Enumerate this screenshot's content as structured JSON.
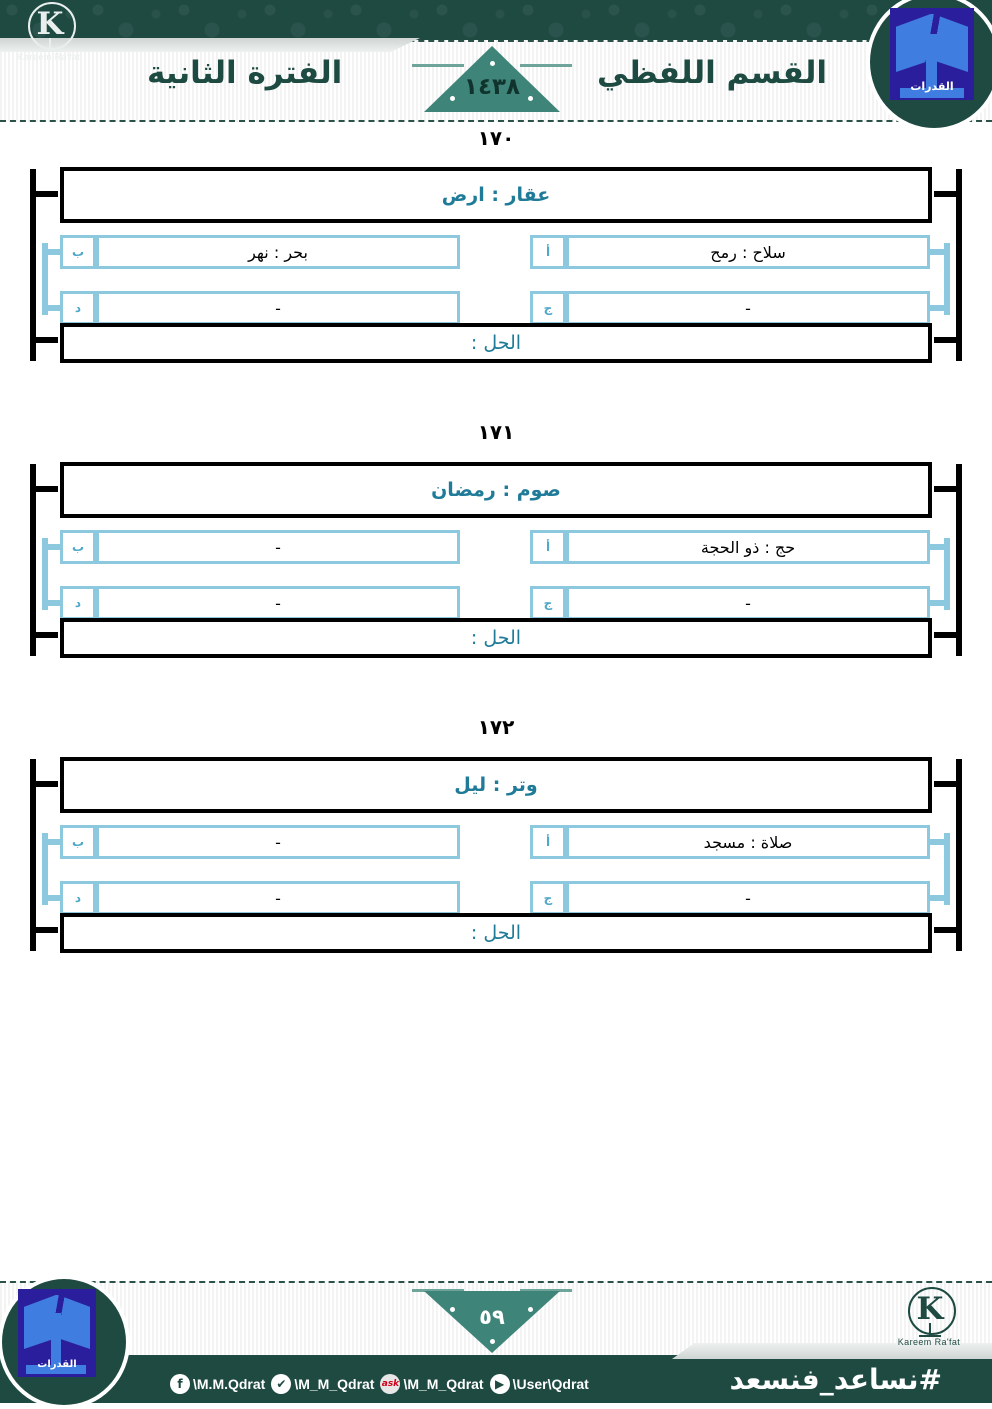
{
  "header": {
    "brand_signature": "Kareem Ra'fat",
    "title_right": "القسم اللفظي",
    "title_left": "الفترة الثانية",
    "year_badge": "١٤٣٨",
    "logo_text": "القدرات"
  },
  "questions": [
    {
      "number": "١٧٠",
      "prompt": "عقار : ارض",
      "options": [
        {
          "key": "أ",
          "text": "سلاح : رمح"
        },
        {
          "key": "ب",
          "text": "بحر : نهر"
        },
        {
          "key": "ج",
          "text": "-"
        },
        {
          "key": "د",
          "text": "-"
        }
      ],
      "answer_label": "الحل :",
      "answer_value": ""
    },
    {
      "number": "١٧١",
      "prompt": "صوم : رمضان",
      "options": [
        {
          "key": "أ",
          "text": "حج : ذو الحجة"
        },
        {
          "key": "ب",
          "text": "-"
        },
        {
          "key": "ج",
          "text": "-"
        },
        {
          "key": "د",
          "text": "-"
        }
      ],
      "answer_label": "الحل :",
      "answer_value": ""
    },
    {
      "number": "١٧٢",
      "prompt": "وتر : ليل",
      "options": [
        {
          "key": "أ",
          "text": "صلاة : مسجد"
        },
        {
          "key": "ب",
          "text": "-"
        },
        {
          "key": "ج",
          "text": "-"
        },
        {
          "key": "د",
          "text": "-"
        }
      ],
      "answer_label": "الحل :",
      "answer_value": ""
    }
  ],
  "footer": {
    "page_number": "٥٩",
    "hashtag": "#نساعد_فنسعد",
    "brand_signature": "Kareem Ra'fat",
    "logo_text": "القدرات",
    "social": [
      {
        "icon": "facebook-icon",
        "glyph": "f",
        "handle": "\\M.M.Qdrat"
      },
      {
        "icon": "twitter-icon",
        "glyph": "✔",
        "handle": "\\M_M_Qdrat"
      },
      {
        "icon": "ask-icon",
        "glyph": "ask",
        "handle": "\\M_M_Qdrat"
      },
      {
        "icon": "youtube-icon",
        "glyph": "▶",
        "handle": "\\User\\Qdrat"
      }
    ]
  },
  "colors": {
    "header_dark": "#1e4a42",
    "triangle_teal": "#3f8479",
    "prompt_blue": "#1f7b98",
    "option_border": "#8cc8de",
    "option_letter": "#4ea8c9",
    "black": "#000000"
  }
}
